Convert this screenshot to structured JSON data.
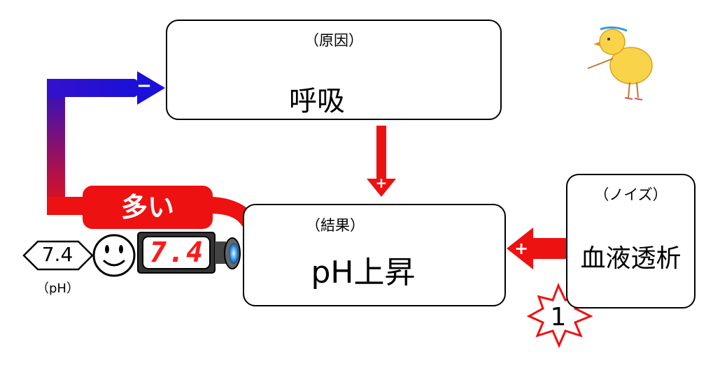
{
  "cause": {
    "note": "（原因）",
    "label": "呼吸"
  },
  "result": {
    "note": "（結果）",
    "label": "pH上昇"
  },
  "noise": {
    "note": "（ノイズ）",
    "label": "血液透析"
  },
  "feedback": {
    "label": "多い",
    "sign": "−"
  },
  "links": {
    "cause_to_result_sign": "+",
    "noise_to_result_sign": "+"
  },
  "ph": {
    "value": "7.4",
    "unit": "（pH）"
  },
  "meter": {
    "reading": "7.4"
  },
  "star": {
    "number": "1"
  },
  "colors": {
    "red": "#ee1111",
    "blue": "#2211cc",
    "down_arrow": "#1a1ad8",
    "meter_readout": "#ff1a1a"
  }
}
